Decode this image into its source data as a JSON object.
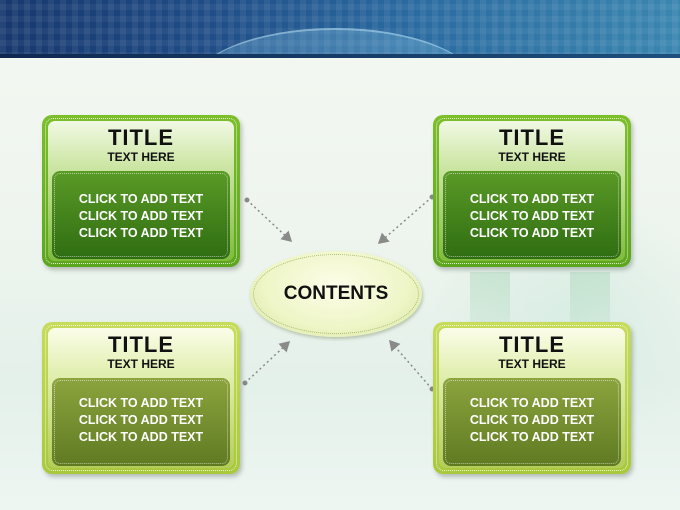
{
  "center": {
    "label": "CONTENTS"
  },
  "boxes": [
    {
      "title": "TITLE",
      "subtitle": "TEXT HERE",
      "lines": [
        "CLICK TO ADD TEXT",
        "CLICK TO ADD TEXT",
        "CLICK TO ADD TEXT"
      ]
    },
    {
      "title": "TITLE",
      "subtitle": "TEXT HERE",
      "lines": [
        "CLICK TO ADD TEXT",
        "CLICK TO ADD TEXT",
        "CLICK TO ADD TEXT"
      ]
    },
    {
      "title": "TITLE",
      "subtitle": "TEXT HERE",
      "lines": [
        "CLICK TO ADD TEXT",
        "CLICK TO ADD TEXT",
        "CLICK TO ADD TEXT"
      ]
    },
    {
      "title": "TITLE",
      "subtitle": "TEXT HERE",
      "lines": [
        "CLICK TO ADD TEXT",
        "CLICK TO ADD TEXT",
        "CLICK TO ADD TEXT"
      ]
    }
  ],
  "colors": {
    "box_dark_green": "#5ca51e",
    "box_light_green": "#a9c83c",
    "header_blue": "#1f4c86"
  }
}
